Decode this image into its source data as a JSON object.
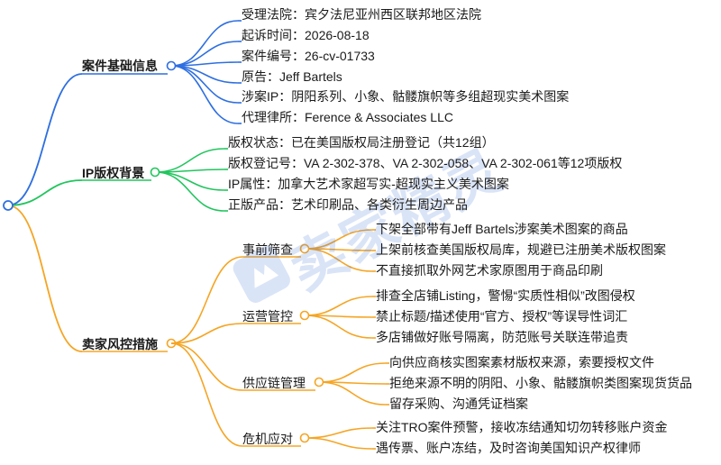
{
  "root": {
    "label": ""
  },
  "colors": {
    "blue": "#2e6fe0",
    "green": "#22c55e",
    "orange": "#f5a524"
  },
  "watermark": {
    "text": "卖家精灵"
  },
  "branches": [
    {
      "label": "案件基础信息",
      "color": "#2e6fe0",
      "items": [
        "受理法院：宾夕法尼亚州西区联邦地区法院",
        "起诉时间：2026-08-18",
        "案件编号：26-cv-01733",
        "原告：Jeff Bartels",
        "涉案IP：阴阳系列、小象、骷髅旗帜等多组超现实美术图案",
        "代理律所：Ference & Associates LLC"
      ]
    },
    {
      "label": "IP版权背景",
      "color": "#22c55e",
      "items": [
        "版权状态：已在美国版权局注册登记（共12组）",
        "版权登记号：VA 2-302-378、VA 2-302-058、VA 2-302-061等12项版权",
        "IP属性：加拿大艺术家超写实-超现实主义美术图案",
        "正版产品：艺术印刷品、各类衍生周边产品"
      ]
    },
    {
      "label": "卖家风控措施",
      "color": "#f5a524",
      "subs": [
        {
          "label": "事前筛查",
          "items": [
            "下架全部带有Jeff Bartels涉案美术图案的商品",
            "上架前核查美国版权局库，规避已注册美术版权图案",
            "不直接抓取外网艺术家原图用于商品印刷"
          ]
        },
        {
          "label": "运营管控",
          "items": [
            "排查全店铺Listing，警惕“实质性相似”改图侵权",
            "禁止标题/描述使用“官方、授权”等误导性词汇",
            "多店铺做好账号隔离，防范账号关联连带追责"
          ]
        },
        {
          "label": "供应链管理",
          "items": [
            "向供应商核实图案素材版权来源，索要授权文件",
            "拒绝来源不明的阴阳、小象、骷髅旗帜类图案现货货品",
            "留存采购、沟通凭证档案"
          ]
        },
        {
          "label": "危机应对",
          "items": [
            "关注TRO案件预警，接收冻结通知切勿转移账户资金",
            "遇传票、账户冻结，及时咨询美国知识产权律师"
          ]
        }
      ]
    }
  ]
}
